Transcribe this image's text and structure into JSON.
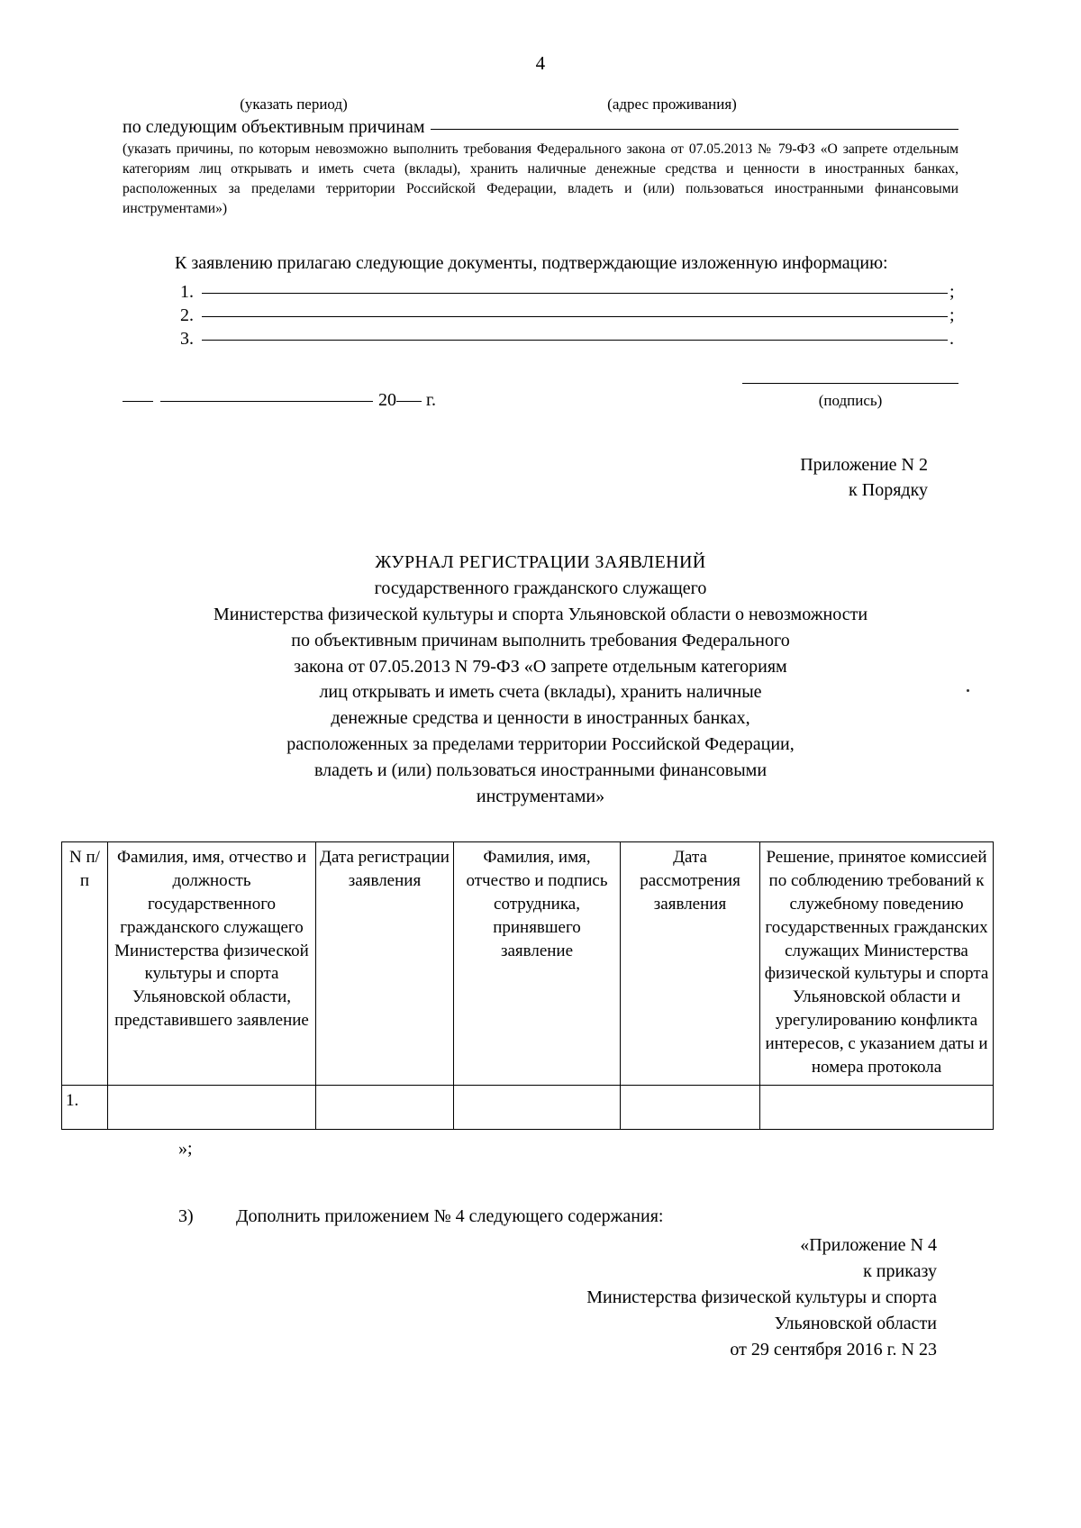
{
  "page": {
    "number": "4"
  },
  "form_top": {
    "caption_period": "(указать период)",
    "caption_address": "(адрес проживания)",
    "reasons_line_label": "по следующим объективным причинам",
    "reasons_note": "(указать причины, по которым невозможно выполнить требования Федерального закона от 07.05.2013 № 79-ФЗ «О запрете отдельным категориям лиц открывать и иметь счета (вклады), хранить наличные денежные средства и ценности в иностранных банках, расположенных за пределами территории Российской Федерации, владеть и (или) пользоваться иностранными финансовыми инструментами»)",
    "attachments_paragraph": "К заявлению прилагаю следующие документы, подтверждающие изложенную информацию:",
    "attachment_items": [
      {
        "number": "1.",
        "tail": ";"
      },
      {
        "number": "2.",
        "tail": ";"
      },
      {
        "number": "3.",
        "tail": "."
      }
    ],
    "date_year_prefix": "20",
    "date_year_suffix": "г.",
    "signature_label": "(подпись)"
  },
  "appendix2_header": {
    "line1": "Приложение N 2",
    "line2": "к Порядку"
  },
  "journal_title": {
    "lines": [
      "ЖУРНАЛ РЕГИСТРАЦИИ ЗАЯВЛЕНИЙ",
      "государственного гражданского служащего",
      "Министерства физической культуры и спорта Ульяновской области о невозможности",
      "по объективным причинам выполнить требования Федерального",
      "закона от 07.05.2013 N 79-ФЗ «О запрете отдельным категориям",
      "лиц открывать и иметь счета (вклады), хранить наличные",
      "денежные средства и ценности в иностранных банках,",
      "расположенных за пределами территории Российской Федерации,",
      "владеть и (или) пользоваться иностранными финансовыми",
      "инструментами»"
    ]
  },
  "journal_table": {
    "headers": [
      "N п/п",
      "Фамилия, имя, отчество и должность государственного гражданского служащего Министерства физической культуры и спорта Ульяновской области, представившего заявление",
      "Дата регистрации заявления",
      "Фамилия, имя, отчество и подпись сотрудника, принявшего заявление",
      "Дата рассмотрения заявления",
      "Решение, принятое комиссией по соблюдению требований к служебному поведению государственных гражданских служащих Министерства физической культуры и спорта Ульяновской области и урегулированию конфликта интересов, с указанием даты и номера протокола"
    ],
    "rows": [
      {
        "cells": [
          "1.",
          "",
          "",
          "",
          "",
          ""
        ]
      }
    ]
  },
  "closing": {
    "quote_mark": "»;"
  },
  "item3": {
    "marker": "3)",
    "text": "Дополнить приложением № 4 следующего содержания:"
  },
  "appendix4_header": {
    "lines": [
      "«Приложение N 4",
      "к приказу",
      "Министерства физической культуры и спорта",
      "Ульяновской области",
      "от 29 сентября 2016 г. N 23"
    ]
  }
}
